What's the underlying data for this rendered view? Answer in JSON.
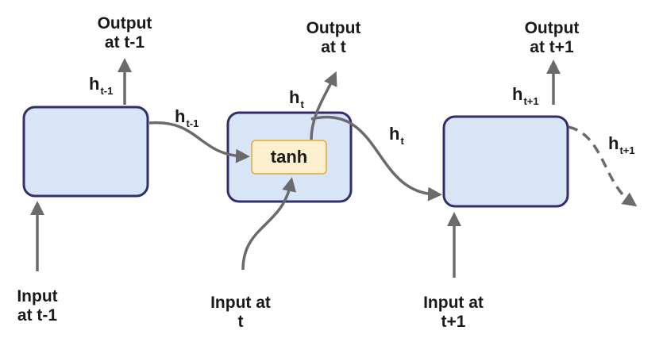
{
  "colors": {
    "cell_fill": "#d7e5f7",
    "cell_border": "#332e6b",
    "arrow": "#6b6b6b",
    "tanh_fill": "#fdf0cf",
    "tanh_border": "#e5b85e"
  },
  "labels": {
    "output_t_minus_1": "Output\nat t-1",
    "output_t": "Output\nat t",
    "output_t_plus_1": "Output\nat t+1",
    "input_t_minus_1": "Input\nat t-1",
    "input_t": "Input at\nt",
    "input_t_plus_1": "Input at\nt+1",
    "tanh": "tanh"
  },
  "hidden_states": {
    "h_base": "h",
    "sub_t_minus_1": "t-1",
    "sub_t": "t",
    "sub_t_plus_1": "t+1"
  }
}
